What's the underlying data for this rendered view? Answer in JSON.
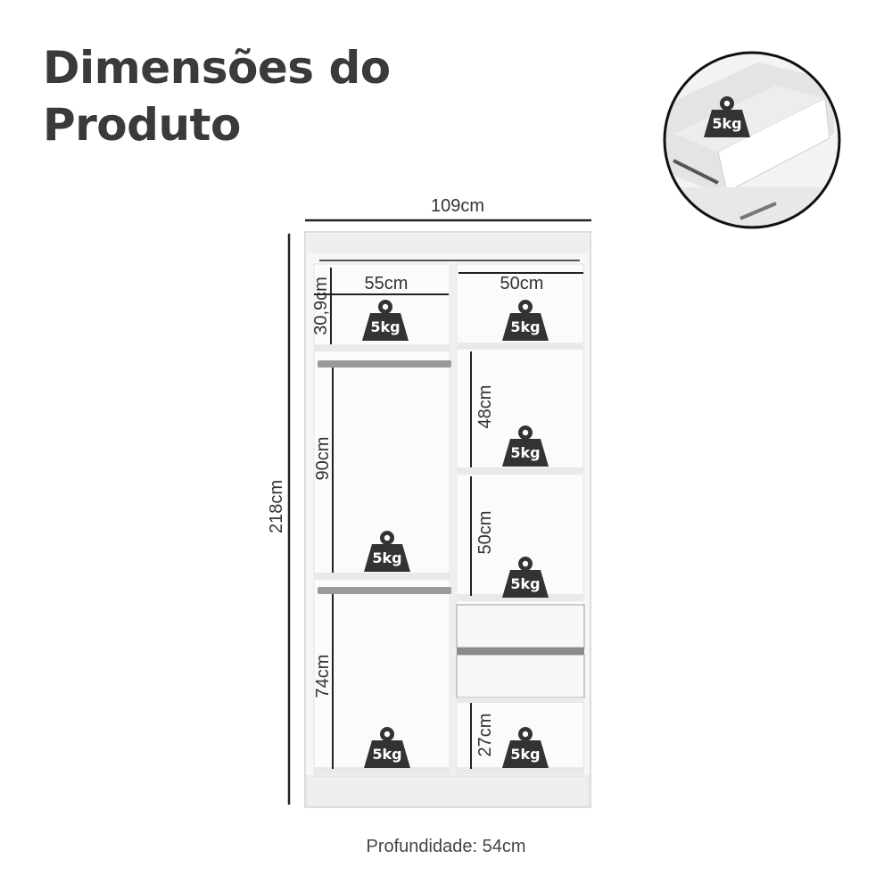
{
  "title": {
    "line1": "Dimensões do",
    "line2": "Produto"
  },
  "dimensions": {
    "total_width": "109cm",
    "total_height": "218cm",
    "left_width": "55cm",
    "right_width": "50cm",
    "top_niche_height": "30,9cm",
    "left_upper_hanging": "90cm",
    "left_lower_hanging": "74cm",
    "right_shelf_1": "48cm",
    "right_shelf_2": "50cm",
    "right_bottom": "27cm"
  },
  "weight_label": "5kg",
  "depth": "Profundidade: 54cm",
  "colors": {
    "title": "#3a3a3a",
    "weight_icon": "#333333",
    "cabinet": "#f4f4f4",
    "line": "#222222"
  },
  "icons": [
    "weight-icon",
    "drawer-detail-image"
  ]
}
